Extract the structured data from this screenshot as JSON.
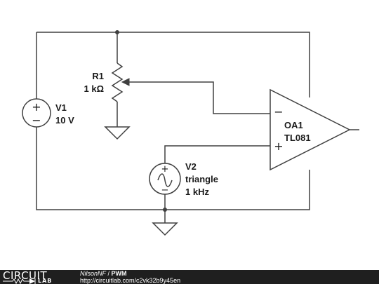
{
  "schematic": {
    "r1": {
      "name": "R1",
      "value": "1 kΩ"
    },
    "v1": {
      "name": "V1",
      "value": "10 V",
      "plus": "+",
      "minus": "−"
    },
    "v2": {
      "name": "V2",
      "waveform": "triangle",
      "frequency": "1 kHz",
      "plus": "+",
      "minus": "−"
    },
    "oa1": {
      "name": "OA1",
      "model": "TL081",
      "inv": "−",
      "noninv": "+"
    }
  },
  "footer": {
    "logo_top": "CIRCUIT",
    "logo_bottom": "LAB",
    "author": "NilsonNF",
    "separator": " / ",
    "title": "PWM",
    "url": "http://circuitlab.com/c2vk32b9y45en"
  },
  "colors": {
    "wire": "#404040",
    "footer_bg": "#1f1f1f",
    "text": "#1a1a1a"
  }
}
